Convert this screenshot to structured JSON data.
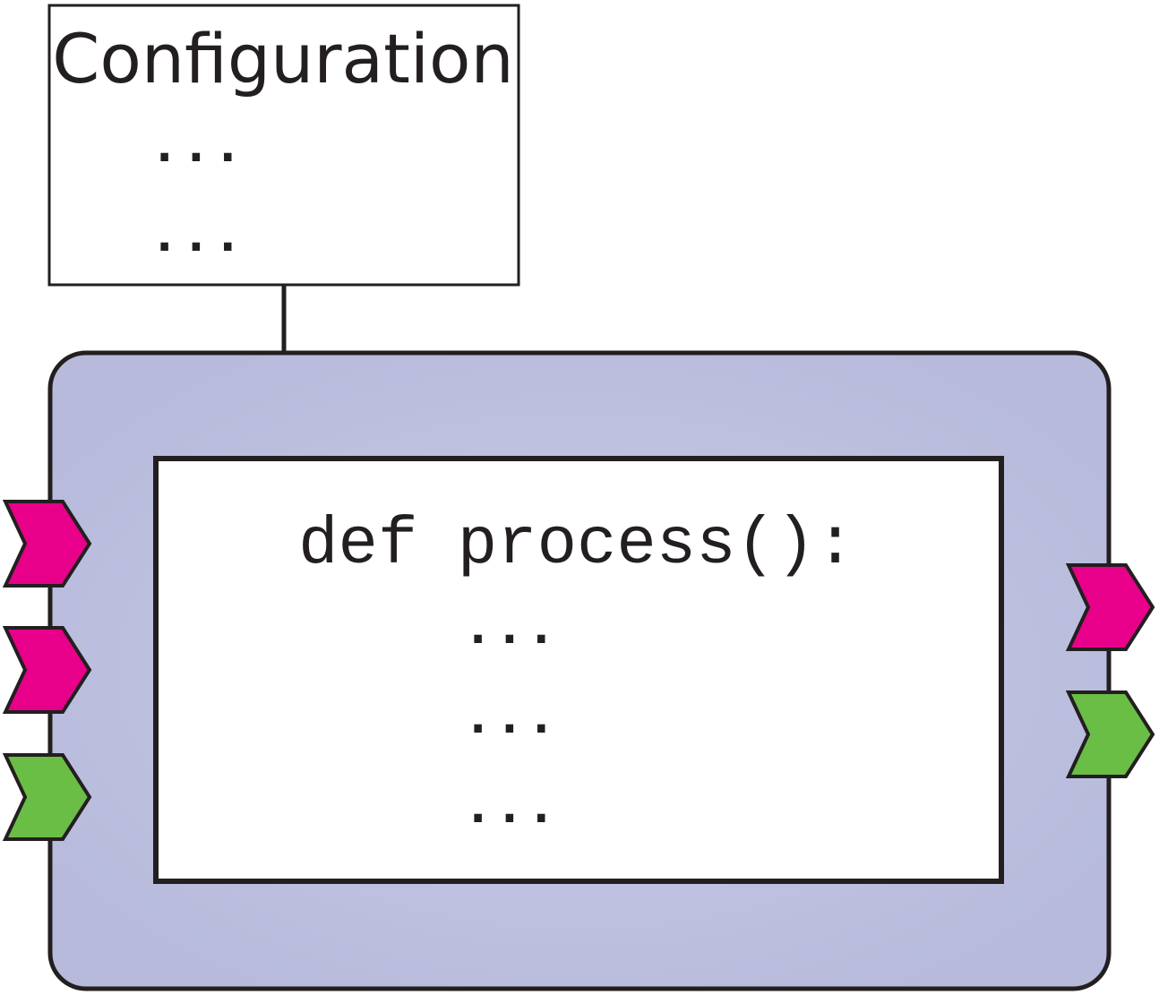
{
  "configuration": {
    "title": "Configuration",
    "lines": [
      "...",
      "..."
    ]
  },
  "process": {
    "signature": "def process():",
    "body_lines": [
      "...",
      "...",
      "..."
    ]
  },
  "ports": {
    "inputs": [
      {
        "kind": "magenta",
        "color": "#E8008A"
      },
      {
        "kind": "magenta",
        "color": "#E8008A"
      },
      {
        "kind": "green",
        "color": "#6BBE45"
      }
    ],
    "outputs": [
      {
        "kind": "magenta",
        "color": "#E8008A"
      },
      {
        "kind": "green",
        "color": "#6BBE45"
      }
    ]
  },
  "colors": {
    "module_fill_center": "#C9CBE6",
    "module_fill_edge": "#B7BADB",
    "stroke": "#231F20"
  }
}
